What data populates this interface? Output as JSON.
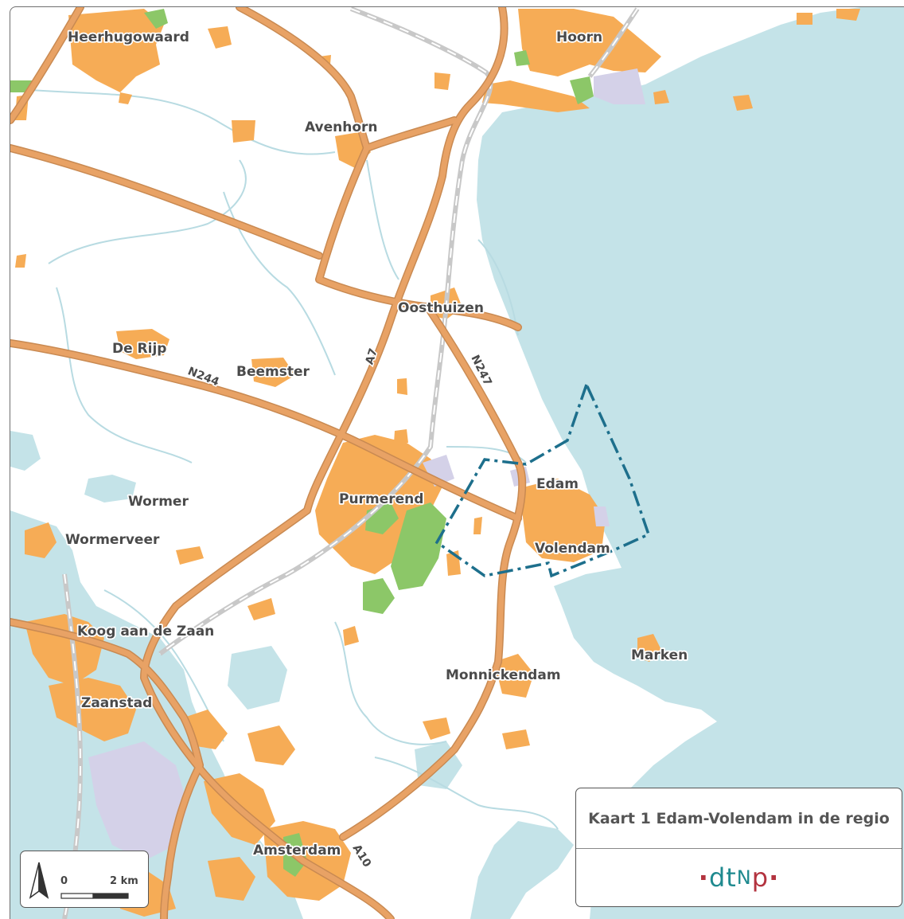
{
  "map": {
    "title": "Kaart 1 Edam-Volendam in de regio",
    "logo": {
      "brand": "dtnp",
      "part1": "dt",
      "part2": "N",
      "part3": "p",
      "dot": "·"
    },
    "scale": {
      "start_label": "0",
      "end_label": "2 km"
    },
    "places": {
      "heerhugowaard": "Heerhugowaard",
      "hoorn": "Hoorn",
      "avenhorn": "Avenhorn",
      "oosthuizen": "Oosthuizen",
      "de_rijp": "De Rijp",
      "beemster": "Beemster",
      "edam": "Edam",
      "purmerend": "Purmerend",
      "wormer": "Wormer",
      "wormerveer": "Wormerveer",
      "volendam": "Volendam",
      "koog_aan_de_zaan": "Koog aan de Zaan",
      "marken": "Marken",
      "monnickendam": "Monnickendam",
      "zaanstad": "Zaanstad",
      "amsterdam": "Amsterdam"
    },
    "roads": {
      "a7": "A7",
      "n244": "N244",
      "n247": "N247",
      "a10": "A10"
    },
    "colors": {
      "water": "#c4e3e8",
      "urban": "#f6ac56",
      "green": "#8cc768",
      "industrial": "#d4d1e8",
      "road": "#e8a265",
      "road_outline": "#c98a52",
      "rail": "#c8c8c8",
      "boundary": "#1d6f8c"
    },
    "icons": {
      "north": "north-arrow-icon"
    }
  }
}
